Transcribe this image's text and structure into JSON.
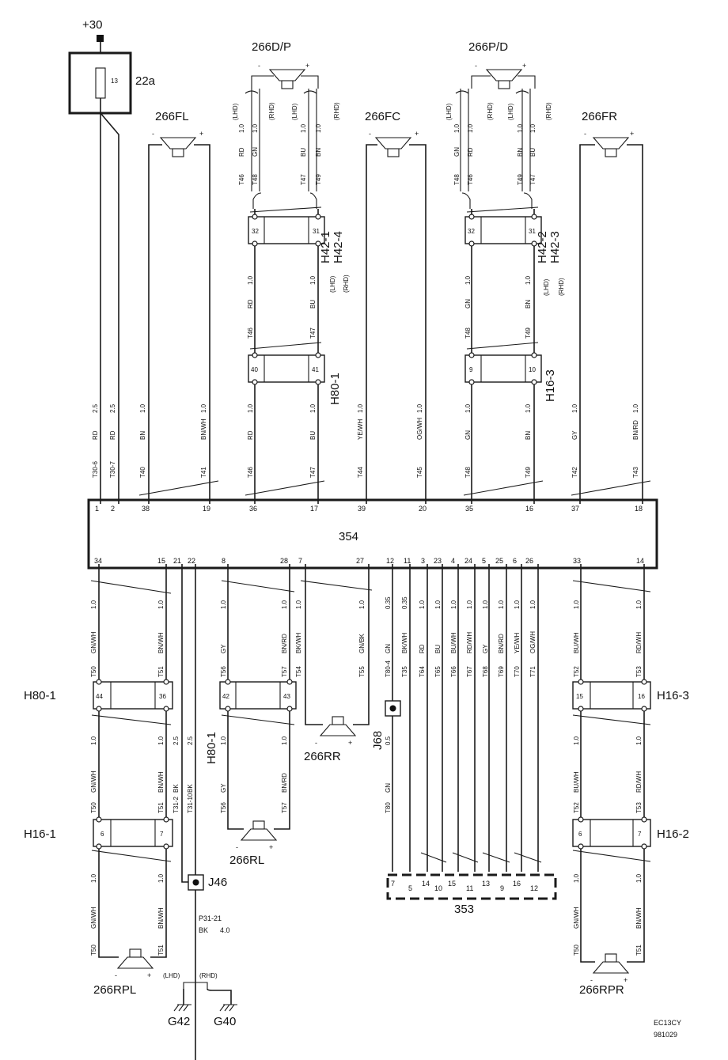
{
  "supply": {
    "label": "+30"
  },
  "fuse": {
    "number": "13",
    "label": "22a"
  },
  "module": {
    "label": "354"
  },
  "aux": {
    "label": "353"
  },
  "drawing": {
    "code": "EC13CY",
    "date": "981029"
  },
  "signs": {
    "minus": "-",
    "plus": "+"
  },
  "variants": {
    "lhd": "(LHD)",
    "rhd": "(RHD)"
  },
  "speakers": {
    "fl": "266FL",
    "dp": "266D/P",
    "pd": "266P/D",
    "fc": "266FC",
    "fr": "266FR",
    "rr": "266RR",
    "rl": "266RL",
    "rpl": "266RPL",
    "rpr": "266RPR"
  },
  "connectors": {
    "h42_1": "H42-1",
    "h42_4": "H42-4",
    "h42_2": "H42-2",
    "h42_3": "H42-3",
    "h80_1": "H80-1",
    "h16_3": "H16-3",
    "h16_1": "H16-1",
    "h16_2": "H16-2"
  },
  "splices": {
    "j46": "J46",
    "j68": "J68"
  },
  "grounds": {
    "g42": "G42",
    "g40": "G40"
  },
  "ground_wire": {
    "id": "P31-21",
    "color": "BK",
    "size": "4.0"
  },
  "pins": {
    "top": [
      "1",
      "2",
      "38",
      "19",
      "36",
      "17",
      "39",
      "20",
      "35",
      "16",
      "37",
      "18"
    ],
    "bottom": [
      "34",
      "15",
      "21",
      "22",
      "8",
      "28",
      "7",
      "27",
      "12",
      "11",
      "3",
      "23",
      "4",
      "24",
      "5",
      "25",
      "6",
      "26",
      "33",
      "14"
    ],
    "aux": [
      "7",
      "5",
      "14",
      "10",
      "15",
      "11",
      "13",
      "9",
      "16",
      "12"
    ],
    "h42_left": [
      "32",
      "31"
    ],
    "h42_right": [
      "32",
      "31"
    ],
    "h80_top": [
      "40",
      "41"
    ],
    "h16_top": [
      "9",
      "10"
    ],
    "h80_bl": [
      "44",
      "36"
    ],
    "h80_bm": [
      "42",
      "43"
    ],
    "h16_br": [
      "15",
      "16"
    ],
    "h16_bl": [
      "6",
      "7"
    ],
    "h16_bbr": [
      "6",
      "7"
    ]
  },
  "labels_upper": [
    {
      "c": "RD",
      "s": "2.5",
      "t": "T30-6"
    },
    {
      "c": "RD",
      "s": "2.5",
      "t": "T30-7"
    },
    {
      "c": "BN",
      "s": "1.0",
      "t": "T40"
    },
    {
      "c": "BN/WH",
      "s": "1.0",
      "t": "T41"
    },
    {
      "c": "RD",
      "s": "1.0",
      "t": "T46"
    },
    {
      "c": "BU",
      "s": "1.0",
      "t": "T47"
    },
    {
      "c": "YE/WH",
      "s": "1.0",
      "t": "T44"
    },
    {
      "c": "OG/WH",
      "s": "1.0",
      "t": "T45"
    },
    {
      "c": "GN",
      "s": "1.0",
      "t": "T48"
    },
    {
      "c": "BN",
      "s": "1.0",
      "t": "T49"
    },
    {
      "c": "GY",
      "s": "1.0",
      "t": "T42"
    },
    {
      "c": "BN/RD",
      "s": "1.0",
      "t": "T43"
    }
  ],
  "labels_mid_left": [
    {
      "c": "RD",
      "s": "1.0",
      "t": "T46"
    },
    {
      "c": "BU",
      "s": "1.0",
      "t": "T47"
    }
  ],
  "labels_mid_right": [
    {
      "c": "GN",
      "s": "1.0",
      "t": "T48"
    },
    {
      "c": "BN",
      "s": "1.0",
      "t": "T49"
    }
  ],
  "labels_top_left": [
    {
      "c": "RD",
      "s": "1.0",
      "t": "T46"
    },
    {
      "c": "GN",
      "s": "1.0",
      "t": "T48"
    },
    {
      "c": "BU",
      "s": "1.0",
      "t": "T47"
    },
    {
      "c": "BN",
      "s": "1.0",
      "t": "T49"
    }
  ],
  "labels_top_right": [
    {
      "c": "GN",
      "s": "1.0",
      "t": "T48"
    },
    {
      "c": "RD",
      "s": "1.0",
      "t": "T46"
    },
    {
      "c": "BN",
      "s": "1.0",
      "t": "T49"
    },
    {
      "c": "BU",
      "s": "1.0",
      "t": "T47"
    }
  ],
  "labels_lower": [
    {
      "c": "GN/WH",
      "s": "1.0",
      "t": "T50"
    },
    {
      "c": "BN/WH",
      "s": "1.0",
      "t": "T51"
    },
    {
      "c": "GY",
      "s": "1.0",
      "t": "T56"
    },
    {
      "c": "BN/RD",
      "s": "1.0",
      "t": "T57"
    },
    {
      "c": "BK/WH",
      "s": "1.0",
      "t": "T54"
    },
    {
      "c": "GN/BK",
      "s": "1.0",
      "t": "T55"
    },
    {
      "c": "GN",
      "s": "0.35",
      "t": "T80-4"
    },
    {
      "c": "BK/WH",
      "s": "0.35",
      "t": "T35"
    },
    {
      "c": "RD",
      "s": "1.0",
      "t": "T64"
    },
    {
      "c": "BU",
      "s": "1.0",
      "t": "T65"
    },
    {
      "c": "BU/WH",
      "s": "1.0",
      "t": "T66"
    },
    {
      "c": "RD/WH",
      "s": "1.0",
      "t": "T67"
    },
    {
      "c": "GY",
      "s": "1.0",
      "t": "T68"
    },
    {
      "c": "BN/RD",
      "s": "1.0",
      "t": "T69"
    },
    {
      "c": "YE/WH",
      "s": "1.0",
      "t": "T70"
    },
    {
      "c": "OG/WH",
      "s": "1.0",
      "t": "T71"
    },
    {
      "c": "BU/WH",
      "s": "1.0",
      "t": "T52"
    },
    {
      "c": "RD/WH",
      "s": "1.0",
      "t": "T53"
    }
  ],
  "labels_lower2": [
    {
      "c": "GN/WH",
      "s": "1.0",
      "t": "T50"
    },
    {
      "c": "BN/WH",
      "s": "1.0",
      "t": "T51"
    },
    {
      "c": "BK",
      "s": "2.5",
      "t": "T31-2"
    },
    {
      "c": "BK",
      "s": "2.5",
      "t": "T31-10"
    },
    {
      "c": "GY",
      "s": "1.0",
      "t": "T56"
    },
    {
      "c": "BN/RD",
      "s": "1.0",
      "t": "T57"
    },
    {
      "c": "GN",
      "s": "0.5",
      "t": "T80"
    },
    {
      "c": "BU/WH",
      "s": "1.0",
      "t": "T52"
    },
    {
      "c": "RD/WH",
      "s": "1.0",
      "t": "T53"
    }
  ],
  "labels_lower3": [
    {
      "c": "GN/WH",
      "s": "1.0",
      "t": "T50"
    },
    {
      "c": "BN/WH",
      "s": "1.0",
      "t": "T51"
    },
    {
      "c": "GN/WH",
      "s": "1.0",
      "t": "T50"
    },
    {
      "c": "BN/WH",
      "s": "1.0",
      "t": "T51"
    }
  ]
}
